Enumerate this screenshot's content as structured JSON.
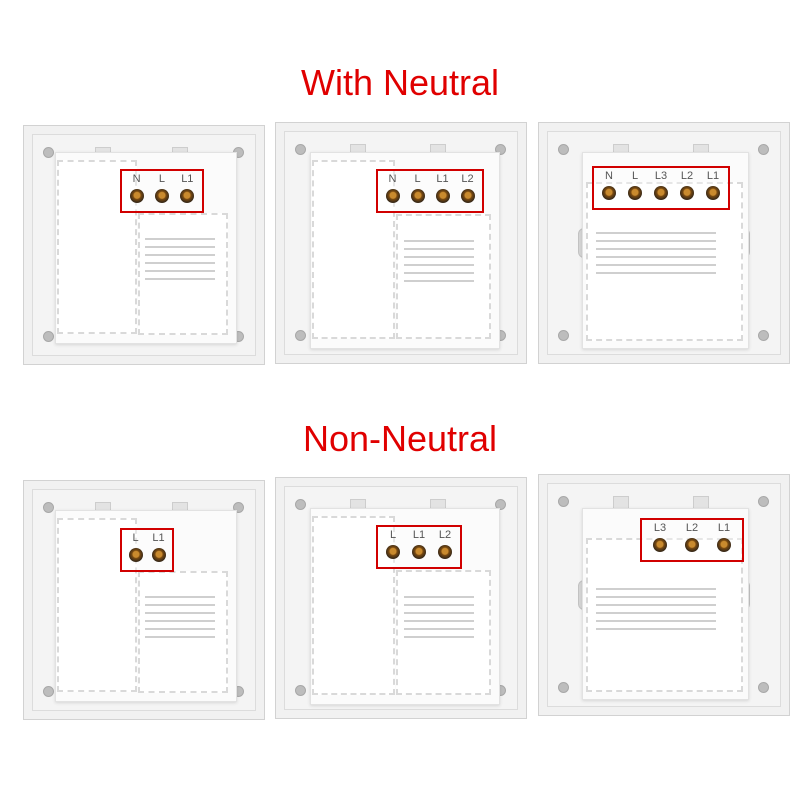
{
  "sections": {
    "neutral": {
      "title": "With Neutral"
    },
    "non_neutral": {
      "title": "Non-Neutral"
    }
  },
  "terminals": {
    "with_neutral": [
      [
        "N",
        "L",
        "L1"
      ],
      [
        "N",
        "L",
        "L1",
        "L2"
      ],
      [
        "N",
        "L",
        "L3",
        "L2",
        "L1"
      ]
    ],
    "non_neutral": [
      [
        "L",
        "L1"
      ],
      [
        "L",
        "L1",
        "L2"
      ],
      [
        "L3",
        "L2",
        "L1"
      ]
    ]
  },
  "colors": {
    "title": "#e00000",
    "highlight_box": "#d10000",
    "background": "#ffffff"
  }
}
